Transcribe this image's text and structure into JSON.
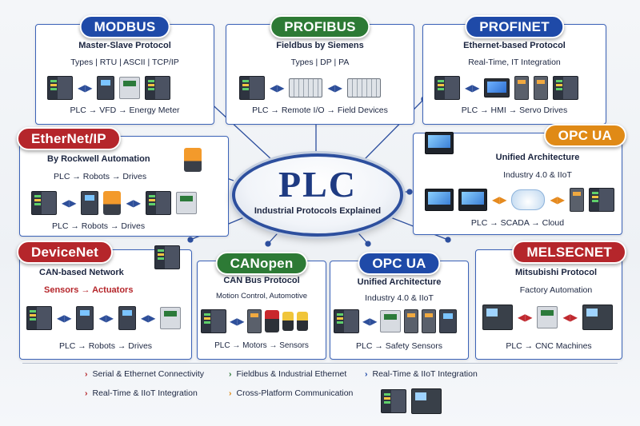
{
  "center": {
    "title": "PLC",
    "subtitle": "Industrial Protocols Explained"
  },
  "colors": {
    "blue": "#1f4aa8",
    "green": "#2d7a35",
    "red": "#b5262b",
    "orange": "#e08a16",
    "line": "#2d4f9e"
  },
  "protocols": {
    "modbus": {
      "name": "MODBUS",
      "desc": "Master-Slave Protocol",
      "types": "Types | RTU | ASCII | TCP/IP",
      "chain": "PLC → VFD → Energy Meter"
    },
    "profibus": {
      "name": "PROFIBUS",
      "desc": "Fieldbus by Siemens",
      "types": "Types | DP | PA",
      "chain": "PLC → Remote I/O → Field Devices"
    },
    "profinet": {
      "name": "PROFINET",
      "desc": "Ethernet-based Protocol",
      "types": "Real-Time, IT Integration",
      "chain": "PLC → HMI → Servo Drives"
    },
    "ethernetip": {
      "name": "EtherNet/IP",
      "desc": "By Rockwell Automation",
      "types": "PLC → Robots → Drives",
      "chain": "PLC → Robots → Drives"
    },
    "opcua1": {
      "name": "OPC UA",
      "desc": "Unified Architecture",
      "types": "Industry 4.0 & IIoT",
      "chain": "PLC → SCADA → Cloud"
    },
    "devicenet": {
      "name": "DeviceNet",
      "desc": "CAN-based Network",
      "types": "Sensors → Actuators",
      "chain": "PLC → Robots → Drives"
    },
    "canopen": {
      "name": "CANopen",
      "desc": "CAN Bus Protocol",
      "types": "Motion Control, Automotive",
      "chain": "PLC → Motors → Sensors"
    },
    "opcua2": {
      "name": "OPC UA",
      "desc": "Unified Architecture",
      "types": "Industry 4.0 & IIoT",
      "chain": "PLC → Safety Sensors"
    },
    "melsecnet": {
      "name": "MELSECNET",
      "desc": "Mitsubishi Protocol",
      "types": "Factory Automation",
      "chain": "PLC → CNC Machines"
    }
  },
  "footer": [
    {
      "text": "Serial & Ethernet Connectivity",
      "color": "#b5262b"
    },
    {
      "text": "Fieldbus & Industrial Ethernet",
      "color": "#2d7a35"
    },
    {
      "text": "Real-Time & IIoT Integration",
      "color": "#1f4aa8"
    },
    {
      "text": "Real-Time & IIoT Integration",
      "color": "#b5262b"
    },
    {
      "text": "Cross-Platform Communication",
      "color": "#e08a16"
    }
  ]
}
